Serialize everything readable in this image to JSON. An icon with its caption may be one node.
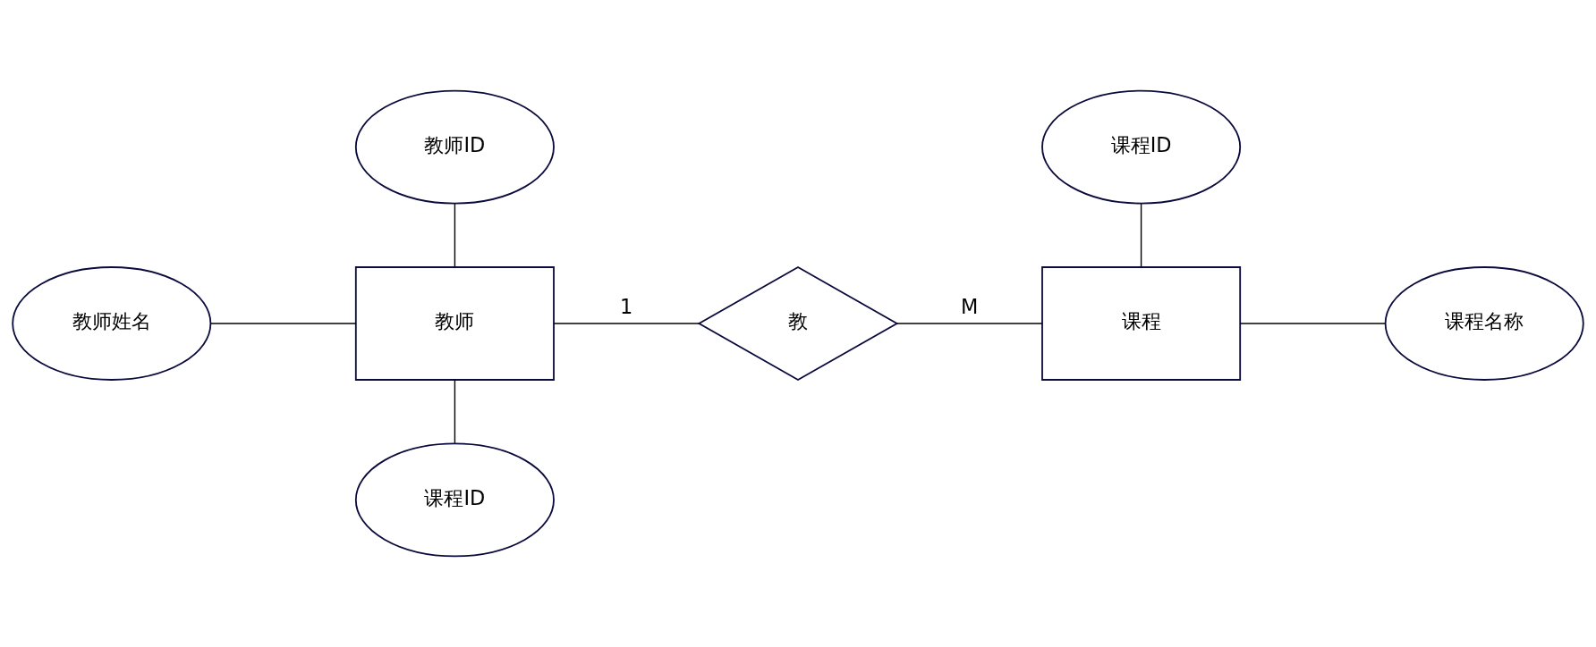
{
  "diagram": {
    "nodes": [
      {
        "text": [
          "教师ID"
        ]
      },
      {
        "text": [
          "课程ID"
        ]
      },
      {
        "text": [
          "教师姓名"
        ]
      },
      {
        "text": [
          "教师"
        ]
      },
      {
        "text": [
          "教"
        ]
      },
      {
        "text": [
          "课程"
        ]
      },
      {
        "text": [
          "课程名称"
        ]
      },
      {
        "text": [
          "课程ID"
        ]
      }
    ],
    "edges": [
      {
        "from": 0,
        "to": 3,
        "arrow": "none"
      },
      {
        "from": 1,
        "to": 5,
        "arrow": "none"
      },
      {
        "from": 2,
        "to": 3,
        "arrow": "none"
      },
      {
        "from": 3,
        "to": 4,
        "arrow": "none",
        "label": "1"
      },
      {
        "from": 4,
        "to": 5,
        "arrow": "none",
        "label": "M"
      },
      {
        "from": 5,
        "to": 6,
        "arrow": "none"
      },
      {
        "from": 3,
        "to": 7,
        "arrow": "none"
      }
    ]
  }
}
